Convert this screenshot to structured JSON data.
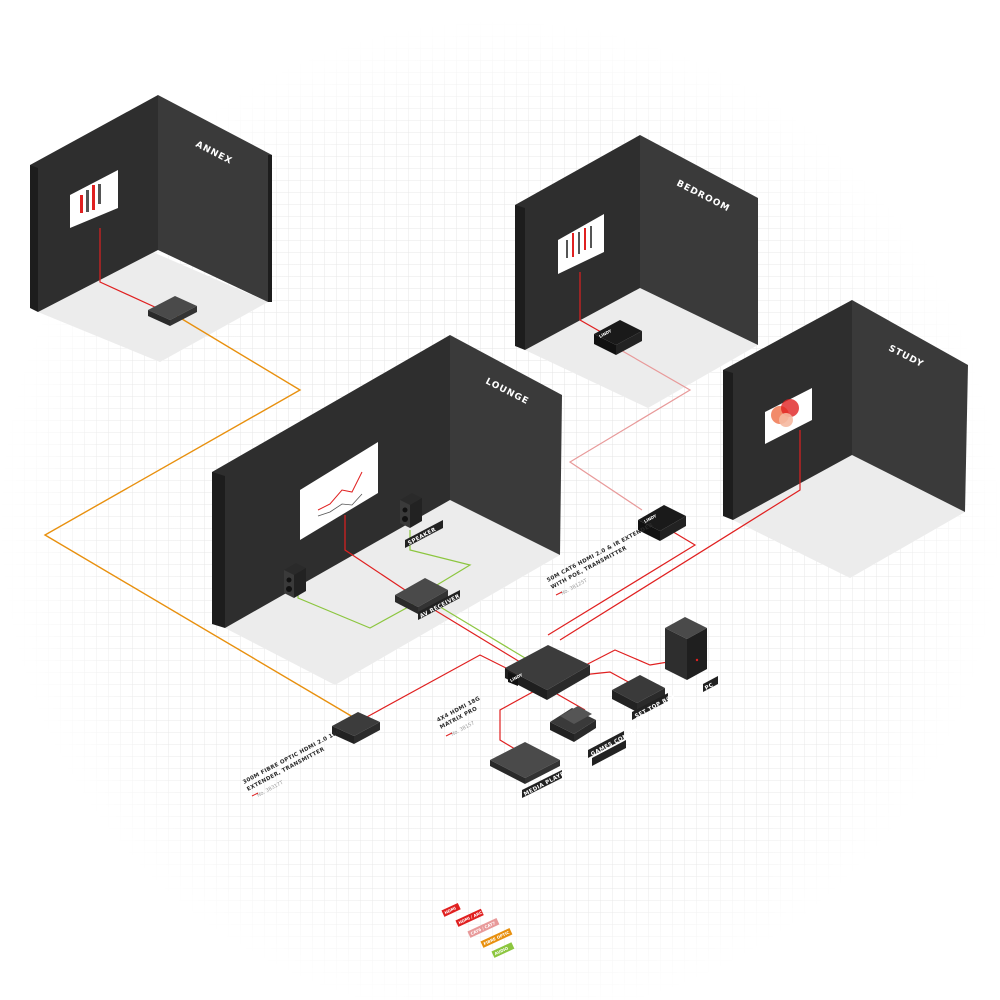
{
  "rooms": {
    "annex": "ANNEX",
    "bedroom": "BEDROOM",
    "lounge": "LOUNGE",
    "study": "STUDY"
  },
  "devices": {
    "speaker": "SPEAKER",
    "av_receiver": "AV RECEIVER",
    "media_player": "MEDIA PLAYER",
    "games_console": "GAMES CONSOLE",
    "set_top_box": "SET TOP BOX",
    "pc": "PC",
    "brand": "LINDY"
  },
  "products": {
    "fibre": {
      "line1": "300M FIBRE OPTIC HDMI 2.0 18G",
      "line2": "EXTENDER, TRANSMITTER",
      "code": "No. 38317T"
    },
    "matrix": {
      "line1": "4X4 HDMI 18G",
      "line2": "MATRIX PRO",
      "code": "No. 38157"
    },
    "cat6": {
      "line1": "50M CAT6 HDMI 2.0 & IR EXTENDER",
      "line2": "WITH POE, TRANSMITTER",
      "code": "No. 38125T"
    }
  },
  "legend": [
    "HDMI",
    "HDMI / ARC",
    "CAT6 / CAT7",
    "FIBRE OPTIC",
    "AUDIO"
  ],
  "colors": {
    "hdmi": "#e02020",
    "cat": "#e89a9a",
    "fibre": "#e8900e",
    "audio": "#8cc63f",
    "wall_front": "#2e2e2e",
    "wall_side": "#3c3c3c",
    "wall_edge": "#1d1d1d"
  }
}
